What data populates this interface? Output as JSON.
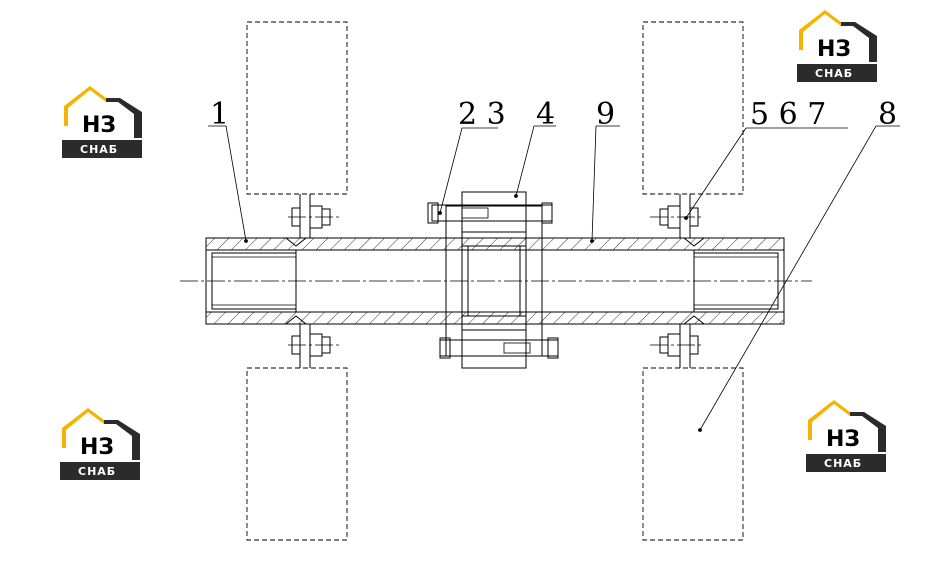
{
  "callouts": {
    "c1": "1",
    "c23": "2 3",
    "c4": "4",
    "c9": "9",
    "c567": "5 6 7",
    "c8": "8"
  },
  "logo": {
    "mark": "НЗ",
    "caption": "СНАБ",
    "colors": {
      "yellow": "#f5b400",
      "dark": "#2b2b2b"
    }
  }
}
